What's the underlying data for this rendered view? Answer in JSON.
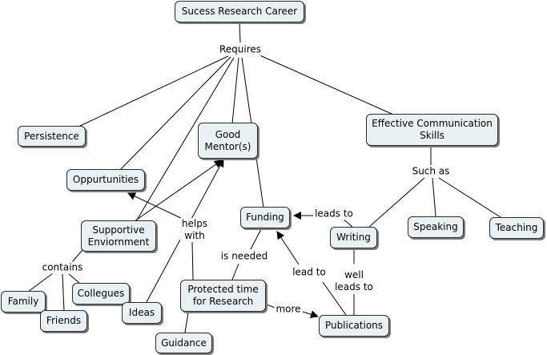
{
  "nodes": {
    "root": "Sucess Research Career",
    "persistence": "Persistence",
    "opportunities": "Oppurtunities",
    "good_mentor": "Good\nMentor(s)",
    "effective_comm": "Effective Communication\nSkills",
    "funding": "Funding",
    "supportive_env": "Supportive\nEnviornment",
    "writing": "Writing",
    "speaking": "Speaking",
    "teaching": "Teaching",
    "protected_time": "Protected time\nfor Research",
    "family": "Family",
    "friends": "Friends",
    "collegues": "Collegues",
    "ideas": "Ideas",
    "guidance": "Guidance",
    "publications": "Publications"
  },
  "labels": {
    "requires": "Requires",
    "such_as": "Such as",
    "helps_with": "helps\nwith",
    "leads_to_1": "leads to",
    "is_needed": "is needed",
    "lead_to": "lead to",
    "well_leads_to": "well\nleads to",
    "contains": "contains",
    "more": "more"
  }
}
